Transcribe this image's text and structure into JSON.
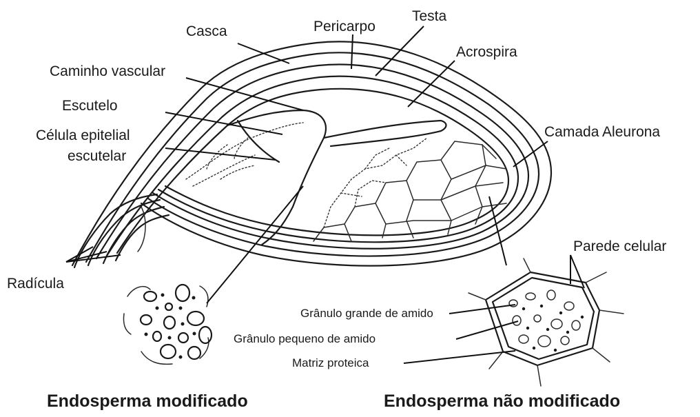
{
  "labels": {
    "casca": "Casca",
    "pericarpo": "Pericarpo",
    "testa": "Testa",
    "acrospira": "Acrospira",
    "caminho_vascular": "Caminho vascular",
    "escutelo": "Escutelo",
    "celula_epitelial_1": "Célula epitelial",
    "celula_epitelial_2": "escutelar",
    "camada_aleurona": "Camada Aleurona",
    "radicula": "Radícula",
    "parede_celular": "Parede celular",
    "granulo_grande": "Grânulo grande de amido",
    "granulo_pequeno": "Grânulo pequeno de amido",
    "matriz_proteica": "Matriz proteica"
  },
  "captions": {
    "modificado": "Endosperma modificado",
    "nao_modificado": "Endosperma não modificado"
  }
}
